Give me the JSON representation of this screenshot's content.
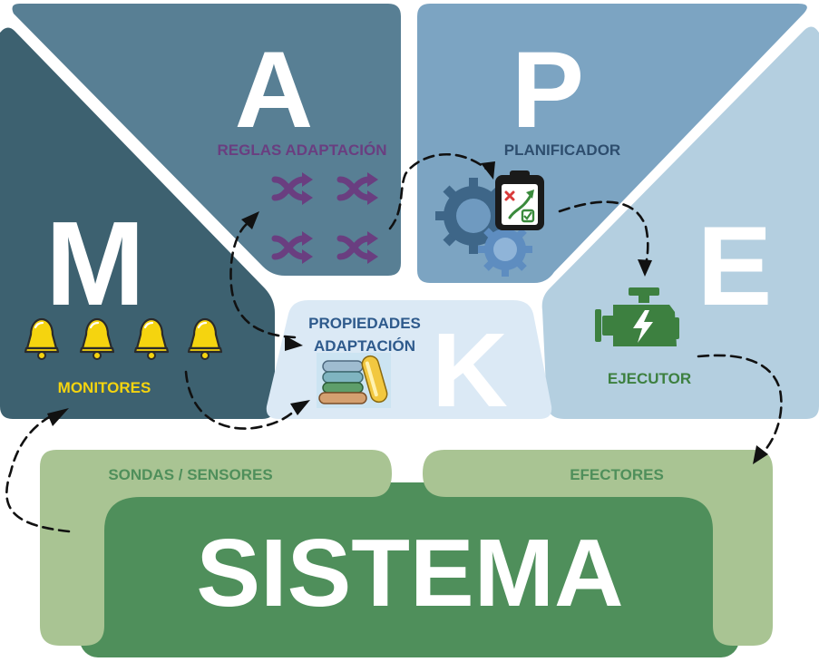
{
  "colors": {
    "monitor_panel": "#3d6170",
    "analyze_panel": "#587f94",
    "plan_panel": "#7ca4c2",
    "execute_panel": "#b4cfe0",
    "knowledge_panel": "#dbe9f5",
    "system_dark": "#4f8f5b",
    "system_light": "#a9c493",
    "label_system_text": "#a9c493",
    "label_monitor": "#f5d40f",
    "label_rules": "#6a3e80",
    "label_planner": "#2e4e6e",
    "label_executor": "#3d8040",
    "label_knowledge": "#2e5a8c"
  },
  "letters": {
    "m": "M",
    "a": "A",
    "p": "P",
    "e": "E",
    "k": "K"
  },
  "labels": {
    "monitors": "MONITORES",
    "rules": "REGLAS ADAPTACIÓN",
    "planner": "PLANIFICADOR",
    "executor": "EJECUTOR",
    "properties_line1": "PROPIEDADES",
    "properties_line2": "ADAPTACIÓN",
    "probes": "SONDAS / SENSORES",
    "effectors": "EFECTORES",
    "system": "SISTEMA"
  },
  "icons": {
    "monitor": "bell-icon",
    "analyze": "shuffle-arrows-icon",
    "plan": "gears-checklist-icon",
    "execute": "engine-icon",
    "knowledge": "stacked-cylinders-icon"
  }
}
